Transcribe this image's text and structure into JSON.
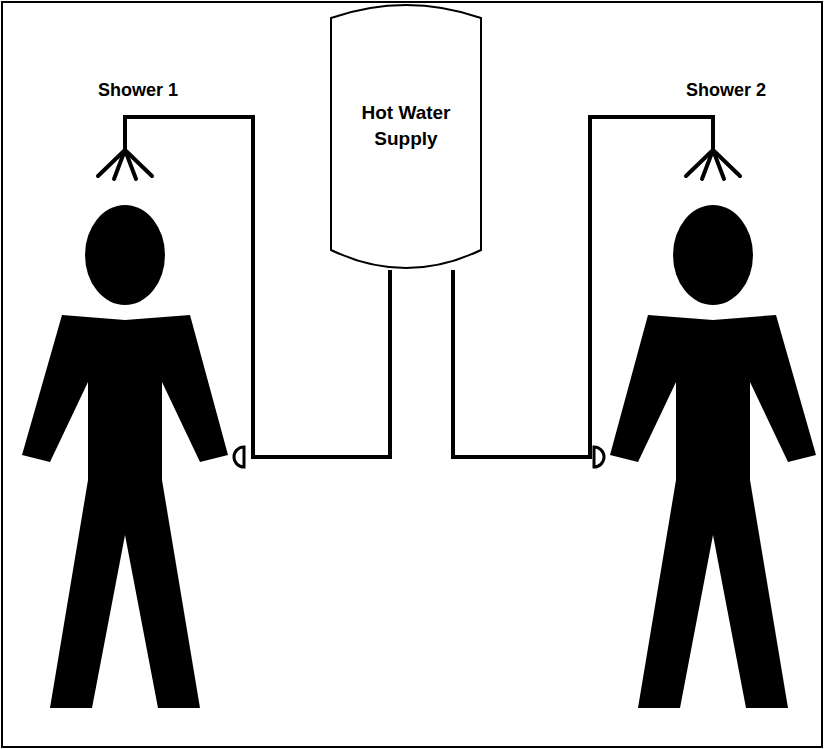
{
  "diagram": {
    "nodes": [
      {
        "text": [
          "Hot Water Supply"
        ]
      }
    ],
    "labels": [
      "Shower 1",
      "Shower 2"
    ]
  }
}
